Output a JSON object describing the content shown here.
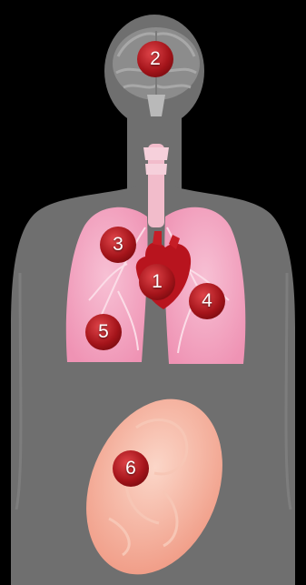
{
  "diagram": {
    "colors": {
      "background": "#000000",
      "body": "#6f6f6f",
      "brain": "#8a8a8a",
      "trachea": "#f0b8c8",
      "lungs": "#f4a8c2",
      "heart": "#b8141e",
      "uterus": "#f3a58e",
      "marker": "#9e1016"
    },
    "markers": [
      {
        "id": "heart",
        "number": "1"
      },
      {
        "id": "brain",
        "number": "2"
      },
      {
        "id": "trachea",
        "number": "3"
      },
      {
        "id": "right-lung",
        "number": "4"
      },
      {
        "id": "left-lung",
        "number": "5"
      },
      {
        "id": "uterus",
        "number": "6"
      }
    ]
  }
}
